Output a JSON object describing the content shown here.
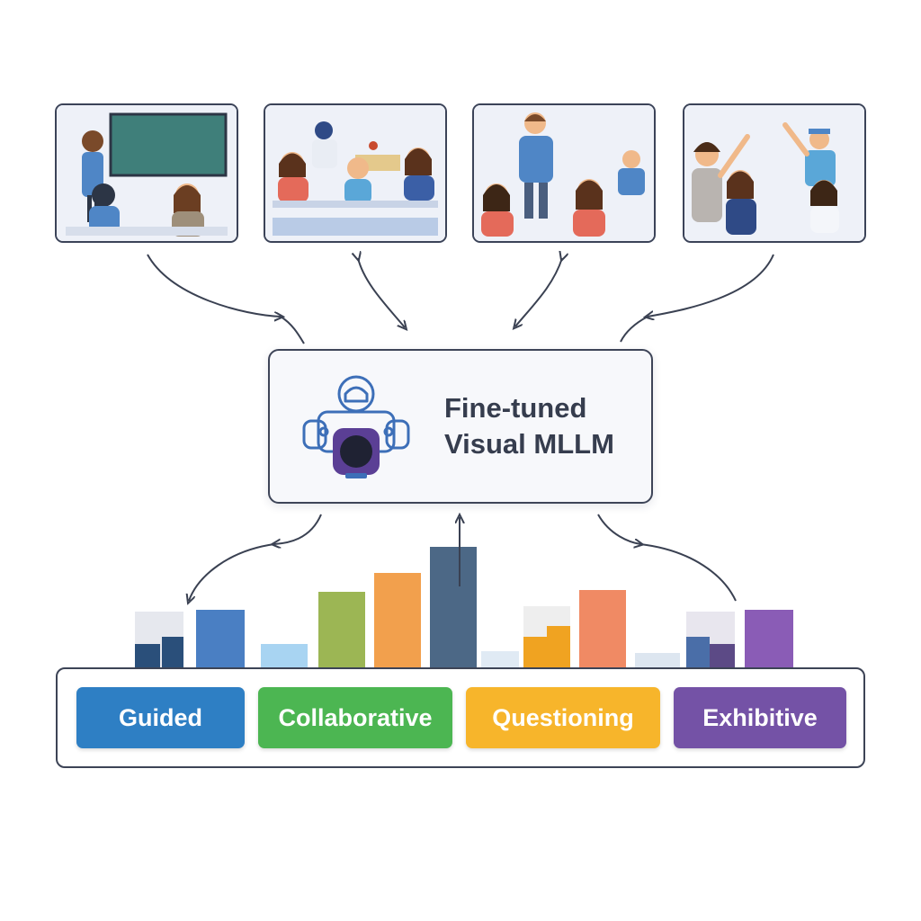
{
  "model": {
    "title_line1": "Fine-tuned",
    "title_line2": "Visual MLLM"
  },
  "categories": [
    {
      "label": "Guided",
      "color": "#2e7fc4"
    },
    {
      "label": "Collaborative",
      "color": "#4cb652"
    },
    {
      "label": "Questioning",
      "color": "#f7b52b"
    },
    {
      "label": "Exhibitive",
      "color": "#7452a6"
    }
  ],
  "colors": {
    "outline": "#3b4358",
    "arrow": "#3a4152",
    "board": "#3f7f7a"
  },
  "icons": [
    "classroom-scene",
    "robot-camera-icon"
  ]
}
